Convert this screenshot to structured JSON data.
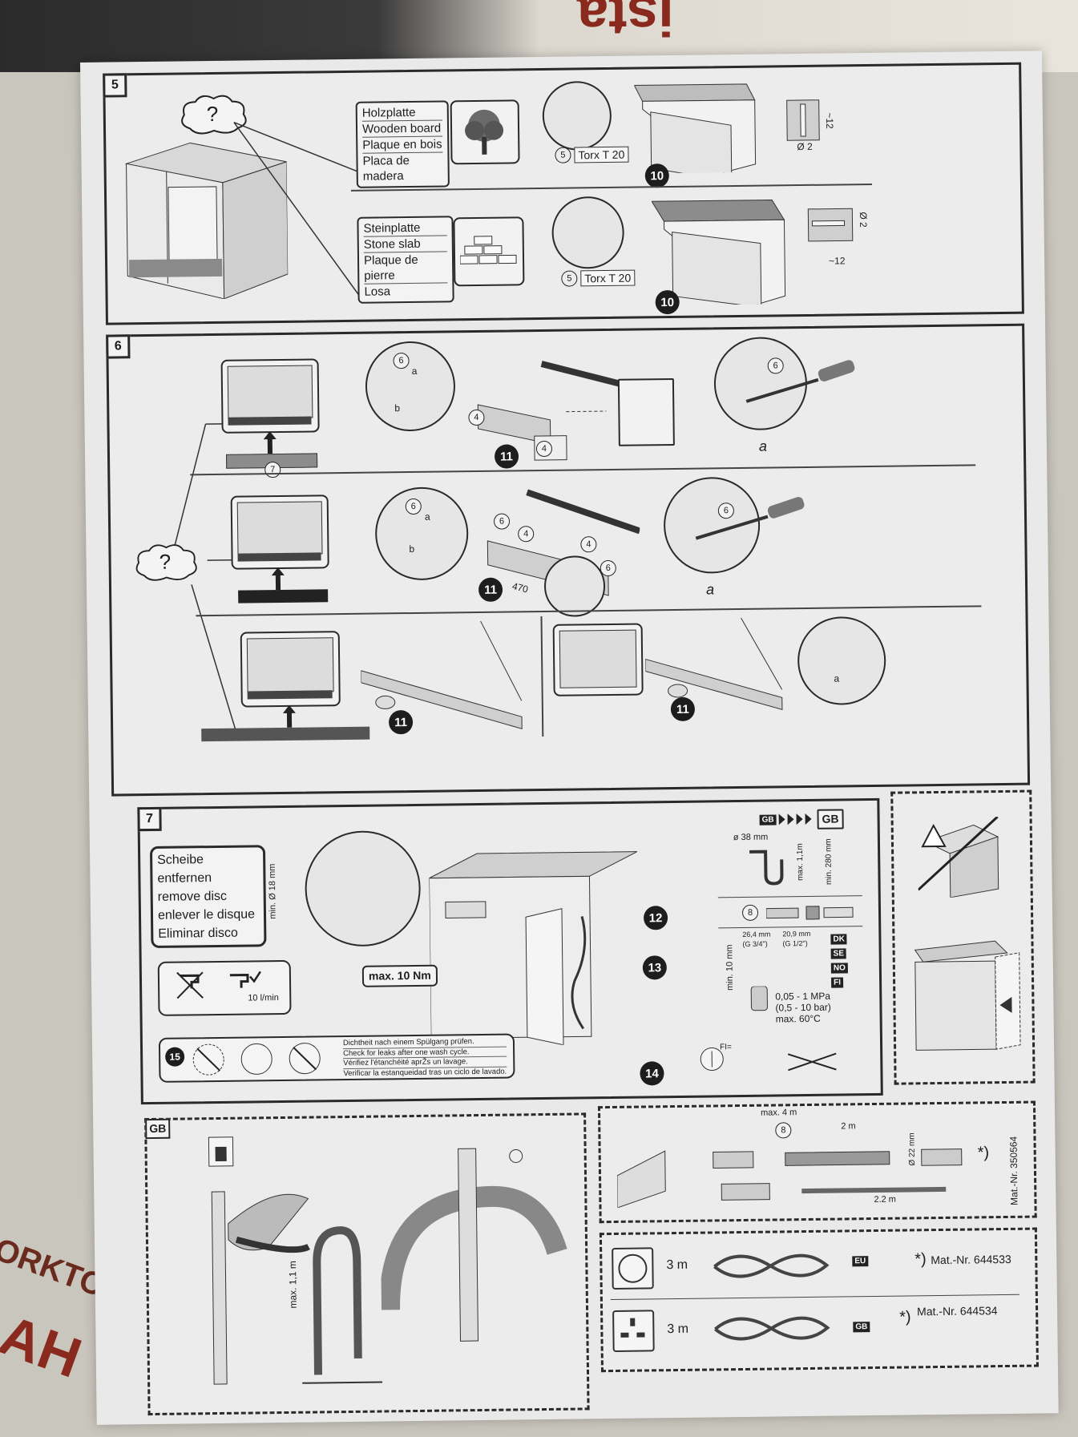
{
  "background": {
    "corner_text_top": "ista",
    "corner_text_left": "ORKTO",
    "corner_text_left2": "AH"
  },
  "colors": {
    "paper": "#e9e9e9",
    "ink": "#1d1d1d",
    "table": "#d8d4ca",
    "badge": "#1d1d1d"
  },
  "step5": {
    "number": "5",
    "question": "?",
    "wood": {
      "lines": [
        "Holzplatte",
        "Wooden board",
        "Plaque en bois",
        "Placa de madera"
      ],
      "icon": "tree-icon",
      "screw_ref": "5",
      "tool": "Torx T 20",
      "ref": "10",
      "dim1": "~12",
      "dim2": "Ø 2"
    },
    "stone": {
      "lines": [
        "Steinplatte",
        "Stone slab",
        "Plaque de pierre",
        "Losa"
      ],
      "icon": "bricks-icon",
      "screw_ref": "5",
      "tool": "Torx T 20",
      "ref": "10",
      "dim1": "~12",
      "dim2": "Ø 2"
    }
  },
  "step6": {
    "number": "6",
    "question": "?",
    "row1": {
      "part": "7",
      "ref": "11",
      "screw1": "4",
      "screw2": "4",
      "bracket": "6",
      "dim": "a",
      "labels": [
        "a",
        "b"
      ]
    },
    "row2": {
      "ref": "11",
      "length": "470",
      "screws": [
        "6",
        "4",
        "4",
        "6"
      ],
      "bracket": "6",
      "dim": "a",
      "labels": [
        "a",
        "b"
      ]
    },
    "row3": {
      "ref1": "11",
      "ref2": "11",
      "dim": "a"
    }
  },
  "step7": {
    "number": "7",
    "disc_lines": [
      "Scheibe entfernen",
      "remove disc",
      "enlever le disque",
      "Eliminar disco"
    ],
    "min_diameter": "min. Ø 18 mm",
    "flow": "10 l/min",
    "torque": "max. 10 Nm",
    "refs": [
      "12",
      "13",
      "14",
      "15"
    ],
    "gb_label": "GB",
    "gb_small": "GB",
    "drain": {
      "diameter": "ø 38 mm",
      "max": "max. 1,1m",
      "min": "min. 280 mm"
    },
    "hose_ref": "8",
    "thread_sizes": [
      "26,4 mm",
      "20,9 mm"
    ],
    "thread_names": [
      "(G 3/4\")",
      "(G 1/2\")"
    ],
    "min_height": "min. 10 mm",
    "countries": [
      "DK",
      "SE",
      "NO",
      "FI"
    ],
    "pressure": [
      "0,05 - 1 MPa",
      "(0,5 - 10 bar)",
      "max. 60°C"
    ],
    "fi_label": "FI=",
    "leak_lines": [
      "Dichtheit nach einem Spülgang prüfen.",
      "Check for leaks after one wash cycle.",
      "Vérifiez l'étanchéité aprŽs un lavage.",
      "Verificar la estanqueidad tras un ciclo de lavado."
    ]
  },
  "bottom_left": {
    "label": "GB",
    "height": "max. 1,1 m"
  },
  "bottom_right": {
    "extension": {
      "max": "max. 4 m",
      "ref": "8",
      "length1": "2 m",
      "diameter": "Ø 22 mm",
      "length2": "2.2 m",
      "star": "*)",
      "mat": "Mat.-Nr. 350564"
    },
    "cables": [
      {
        "length": "3 m",
        "region": "EU",
        "star": "*)",
        "mat": "Mat.-Nr. 644533"
      },
      {
        "length": "3 m",
        "region": "GB",
        "star": "*)",
        "mat": "Mat.-Nr. 644534"
      }
    ]
  }
}
